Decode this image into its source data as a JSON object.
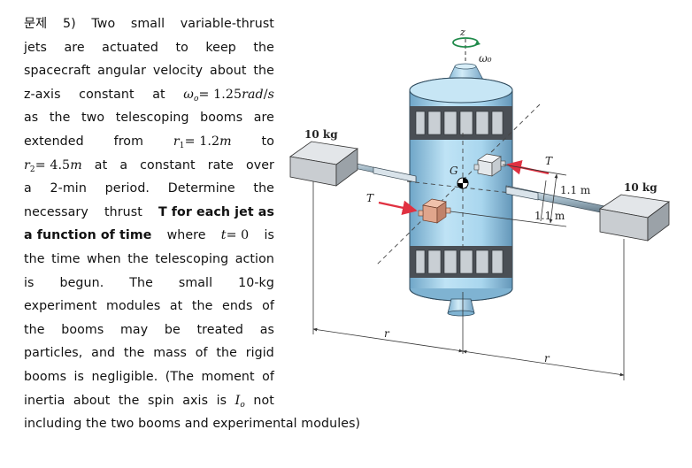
{
  "problem": {
    "lines": [
      {
        "words": [
          "문제",
          "5)",
          "Two",
          "small",
          "variable-thrust"
        ]
      },
      {
        "words": [
          "jets",
          "are",
          "actuated",
          "to",
          "keep",
          "the"
        ]
      },
      {
        "words": [
          "spacecraft",
          "angular",
          "velocity",
          "about",
          "the"
        ]
      },
      {
        "words": [
          "z-axis",
          "constant",
          "at",
          "ω_o = 1.25 rad/s"
        ]
      },
      {
        "words": [
          "as",
          "the",
          "two",
          "telescoping",
          "booms",
          "are"
        ]
      },
      {
        "words": [
          "extended",
          "from",
          "r_1 = 1.2 m",
          "to"
        ]
      },
      {
        "words": [
          "r_2 = 4.5 m",
          "at",
          "a",
          "constant",
          "rate",
          "over"
        ]
      },
      {
        "words": [
          "a",
          "2-min",
          "period.",
          "Determine",
          "the"
        ]
      },
      {
        "words": [
          "necessary",
          "thrust",
          "T for each jet as"
        ]
      },
      {
        "words": [
          "a function of time",
          "where",
          "t = 0",
          "is"
        ]
      },
      {
        "words": [
          "the",
          "time",
          "when",
          "the",
          "telescoping",
          "action"
        ]
      },
      {
        "words": [
          "is",
          "begun.",
          "The",
          "small",
          "10-kg"
        ]
      },
      {
        "words": [
          "experiment",
          "modules",
          "at",
          "the",
          "ends",
          "of"
        ]
      },
      {
        "words": [
          "the",
          "booms",
          "may",
          "be",
          "treated",
          "as"
        ]
      },
      {
        "words": [
          "particles,",
          "and",
          "the",
          "mass",
          "of",
          "the",
          "rigid"
        ]
      },
      {
        "words": [
          "booms",
          "is",
          "negligible.",
          "(The",
          "moment",
          "of"
        ]
      },
      {
        "words": [
          "inertia",
          "about",
          "the",
          "spin",
          "axis",
          "is",
          "I_o",
          "not"
        ]
      },
      {
        "words": [
          "including the two booms and experimental modules)"
        ]
      }
    ]
  },
  "figure": {
    "labels": {
      "z_axis": "z",
      "omega": "ω₀",
      "mass_left": "10 kg",
      "mass_right": "10 kg",
      "center": "G",
      "thrust_right": "T",
      "thrust_left": "T",
      "dist_upper": "1.1 m",
      "dist_lower": "1.1 m",
      "radius_left": "r",
      "radius_right": "r"
    },
    "colors": {
      "body": "#a9d6ee",
      "body_dark": "#6fa6c8",
      "band": "#4a4f55",
      "window": "#c9cfd4",
      "module": "#c9cdd1",
      "jet_left": "#e0a58c",
      "jet_right": "#e9ecef",
      "arrow": "#e03141"
    },
    "icons": {
      "omega_arrow": "circular-arrow-icon",
      "center_mark": "center-of-mass-icon"
    }
  }
}
